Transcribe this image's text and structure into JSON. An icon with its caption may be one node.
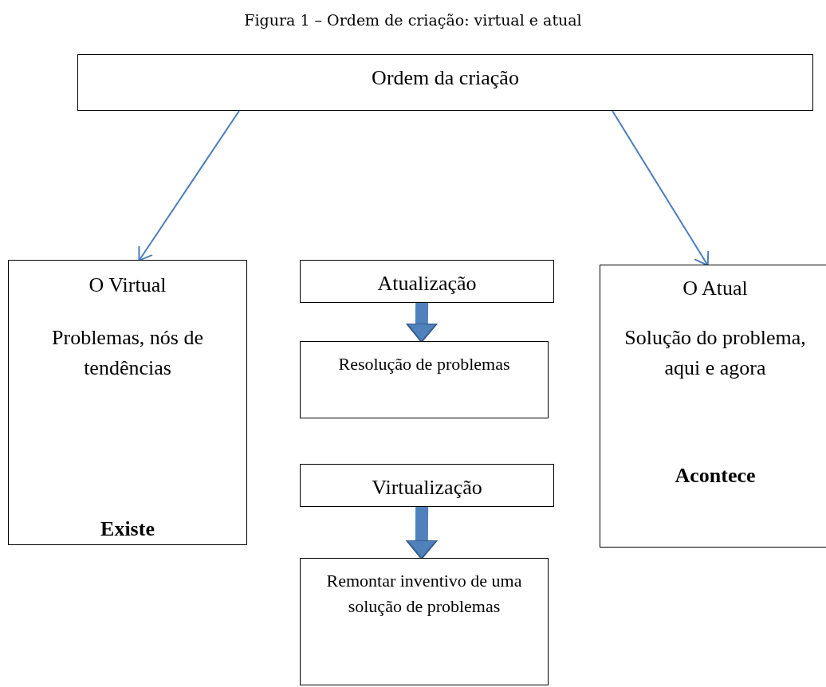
{
  "diagram": {
    "title": "Figura 1 – Ordem de criação: virtual e atual",
    "nodes": [
      {
        "text": [
          "Ordem da criação"
        ]
      },
      {
        "text": [
          "O Virtual",
          "Problemas, nós de tendências",
          "Existe"
        ]
      },
      {
        "text": [
          "Atualização"
        ]
      },
      {
        "text": [
          "Resolução de problemas"
        ]
      },
      {
        "text": [
          "Virtualização"
        ]
      },
      {
        "text": [
          "Remontar inventivo de uma solução de problemas"
        ]
      },
      {
        "text": [
          "O Atual",
          "Solução do problema, aqui e agora",
          "Acontece"
        ]
      }
    ],
    "edges": [
      {
        "from": 0,
        "to": 1,
        "arrow": "to"
      },
      {
        "from": 0,
        "to": 6,
        "arrow": "to"
      },
      {
        "from": 2,
        "to": 3,
        "arrow": "to",
        "style": "thick"
      },
      {
        "from": 4,
        "to": 5,
        "arrow": "to",
        "style": "thick"
      }
    ]
  }
}
